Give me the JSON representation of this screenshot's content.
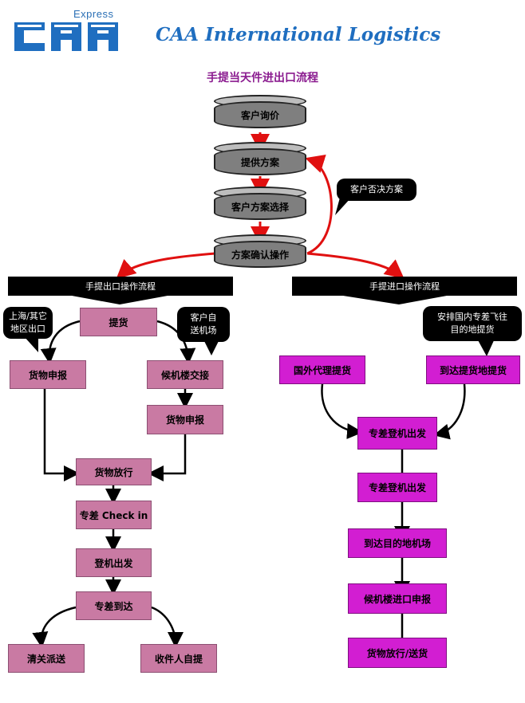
{
  "logo": {
    "express": "Express",
    "mark": "CAA"
  },
  "company_name": "CAA International Logistics",
  "title": "手提当天件进出口流程",
  "main_flow": [
    "客户询价",
    "提供方案",
    "客户方案选择",
    "方案确认操作"
  ],
  "callout_reject": "客户否决方案",
  "export": {
    "banner": "手提出口操作流程",
    "callout_left": [
      "上海/其它",
      "地区出口"
    ],
    "callout_right": [
      "客户自",
      "送机场"
    ],
    "pickup": "提货",
    "declare_left": "货物申报",
    "terminal_handover": "候机楼交接",
    "declare_right": "货物申报",
    "release": "货物放行",
    "checkin": "专差 Check in",
    "boarding": "登机出发",
    "arrival": "专差到达",
    "clearance": "清关派送",
    "self_pickup": "收件人自提"
  },
  "import": {
    "banner": "手提进口操作流程",
    "callout": [
      "安排国内专差飞往",
      "目的地提货"
    ],
    "foreign_agent": "国外代理提货",
    "arrival_pickup": "到达提货地提货",
    "depart1": "专差登机出发",
    "depart2": "专差登机出发",
    "arrive_airport": "到达目的地机场",
    "terminal_declare": "候机楼进口申报",
    "release_delivery": "货物放行/送货"
  },
  "colors": {
    "red_arrow": "#e01010",
    "pink": "#c97aa3",
    "magenta": "#d21ed2",
    "brand_blue": "#1f6ec0"
  }
}
